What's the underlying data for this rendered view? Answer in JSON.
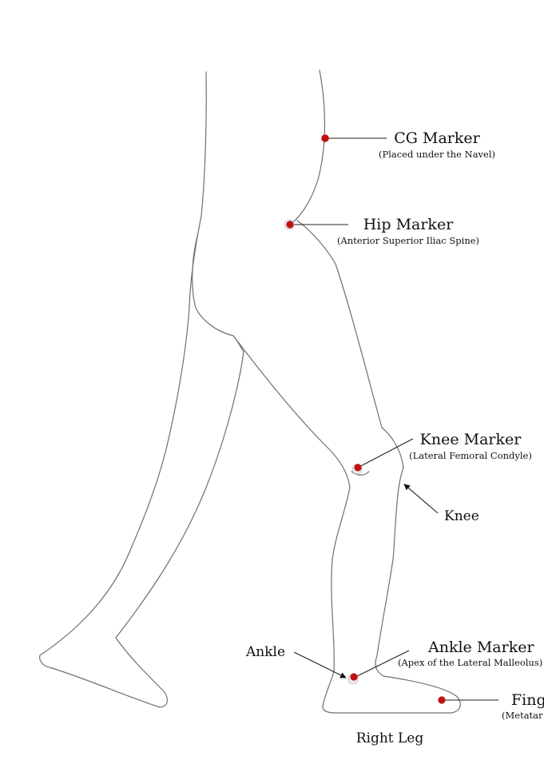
{
  "colors": {
    "marker": "#c01010",
    "outline": "#6f6f6f",
    "text": "#111111",
    "background": "#ffffff"
  },
  "markers": {
    "cg": {
      "title": "CG Marker",
      "subtitle": "(Placed under the Navel)"
    },
    "hip": {
      "title": "Hip Marker",
      "subtitle": "(Anterior Superior Iliac Spine)"
    },
    "knee": {
      "title": "Knee Marker",
      "subtitle": "(Lateral Femoral Condyle)"
    },
    "ankle": {
      "title": "Ankle Marker",
      "subtitle": "(Apex of the Lateral Malleolus)"
    },
    "finger": {
      "title": "Finge",
      "subtitle": "(Metatar"
    }
  },
  "annotations": {
    "knee": "Knee",
    "ankle": "Ankle"
  },
  "caption": "Right Leg"
}
